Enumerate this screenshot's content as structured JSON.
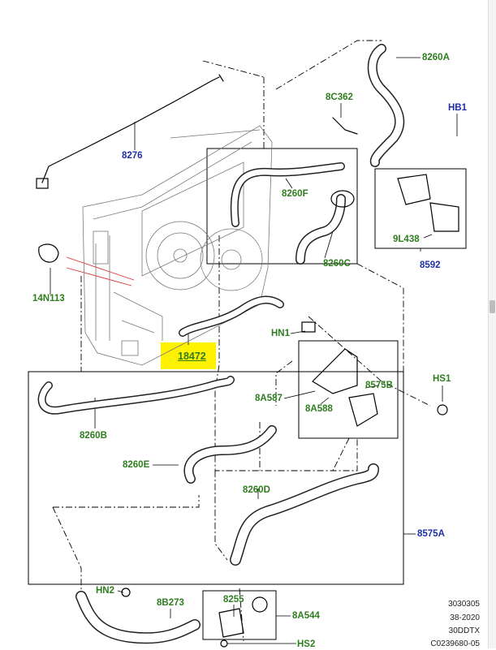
{
  "labels": {
    "l8260A": "8260A",
    "l8C362": "8C362",
    "lHB1": "HB1",
    "l8276": "8276",
    "l8260F": "8260F",
    "l9L438": "9L438",
    "l8592": "8592",
    "l8260C": "8260C",
    "l14N113": "14N113",
    "lHN1": "HN1",
    "l18472": "18472",
    "l8575B": "8575B",
    "lHS1": "HS1",
    "l8A587": "8A587",
    "l8A588": "8A588",
    "l8260B": "8260B",
    "l8260E": "8260E",
    "l8260D": "8260D",
    "l8575A": "8575A",
    "lHN2": "HN2",
    "l8B273": "8B273",
    "l8255": "8255",
    "l8A544": "8A544",
    "lHS2": "HS2"
  },
  "colors": {
    "green_label": "#2e7d1e",
    "blue_label": "#1f2fa8",
    "highlight": "#fff200",
    "line": "#000000",
    "leader_red": "#e03030"
  },
  "corner_codes": [
    "3030305",
    "38-2020",
    "30DDTX",
    "C0239680-05"
  ]
}
